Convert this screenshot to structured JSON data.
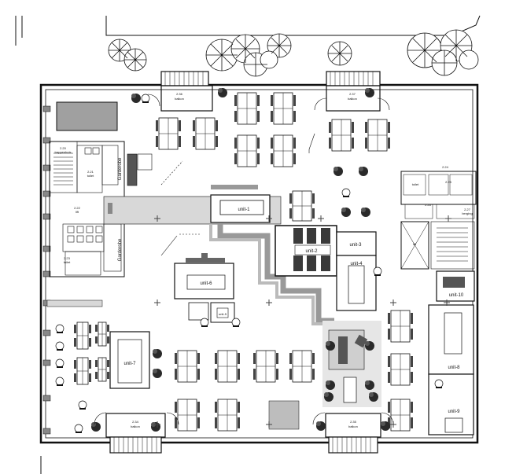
{
  "units": [
    {
      "id": "unit-1",
      "label": "unit-1"
    },
    {
      "id": "unit-2",
      "label": "unit-2"
    },
    {
      "id": "unit-3",
      "label": "unit-3"
    },
    {
      "id": "unit-4",
      "label": "unit-4"
    },
    {
      "id": "unit-5",
      "label": "unit-5"
    },
    {
      "id": "unit-6",
      "label": "unit-6"
    },
    {
      "id": "unit-7",
      "label": "unit-7"
    },
    {
      "id": "unit-8",
      "label": "unit-8"
    },
    {
      "id": "unit-9",
      "label": "unit-9"
    },
    {
      "id": "unit-10",
      "label": "unit-10"
    }
  ],
  "rooms": {
    "garderobe_top": "Garderobe",
    "garderobe_bottom": "Garderobe",
    "balcony_label": "balkon",
    "balcony_codes": [
      "2.36",
      "2.37",
      "2.34",
      "2.35"
    ],
    "room_codes": [
      "2.20",
      "2.21",
      "2.22",
      "2.23",
      "2.24",
      "2.25",
      "2.26",
      "2.27"
    ],
    "misc_labels": [
      "trappenhuis",
      "toilet",
      "lift",
      "berging"
    ]
  },
  "colors": {
    "line": "#111111",
    "corridor": "#d8d8d8",
    "grey_block": "#a0a0a0",
    "dark_chair": "#3a3a3a",
    "plant": "#2a2a2a"
  }
}
